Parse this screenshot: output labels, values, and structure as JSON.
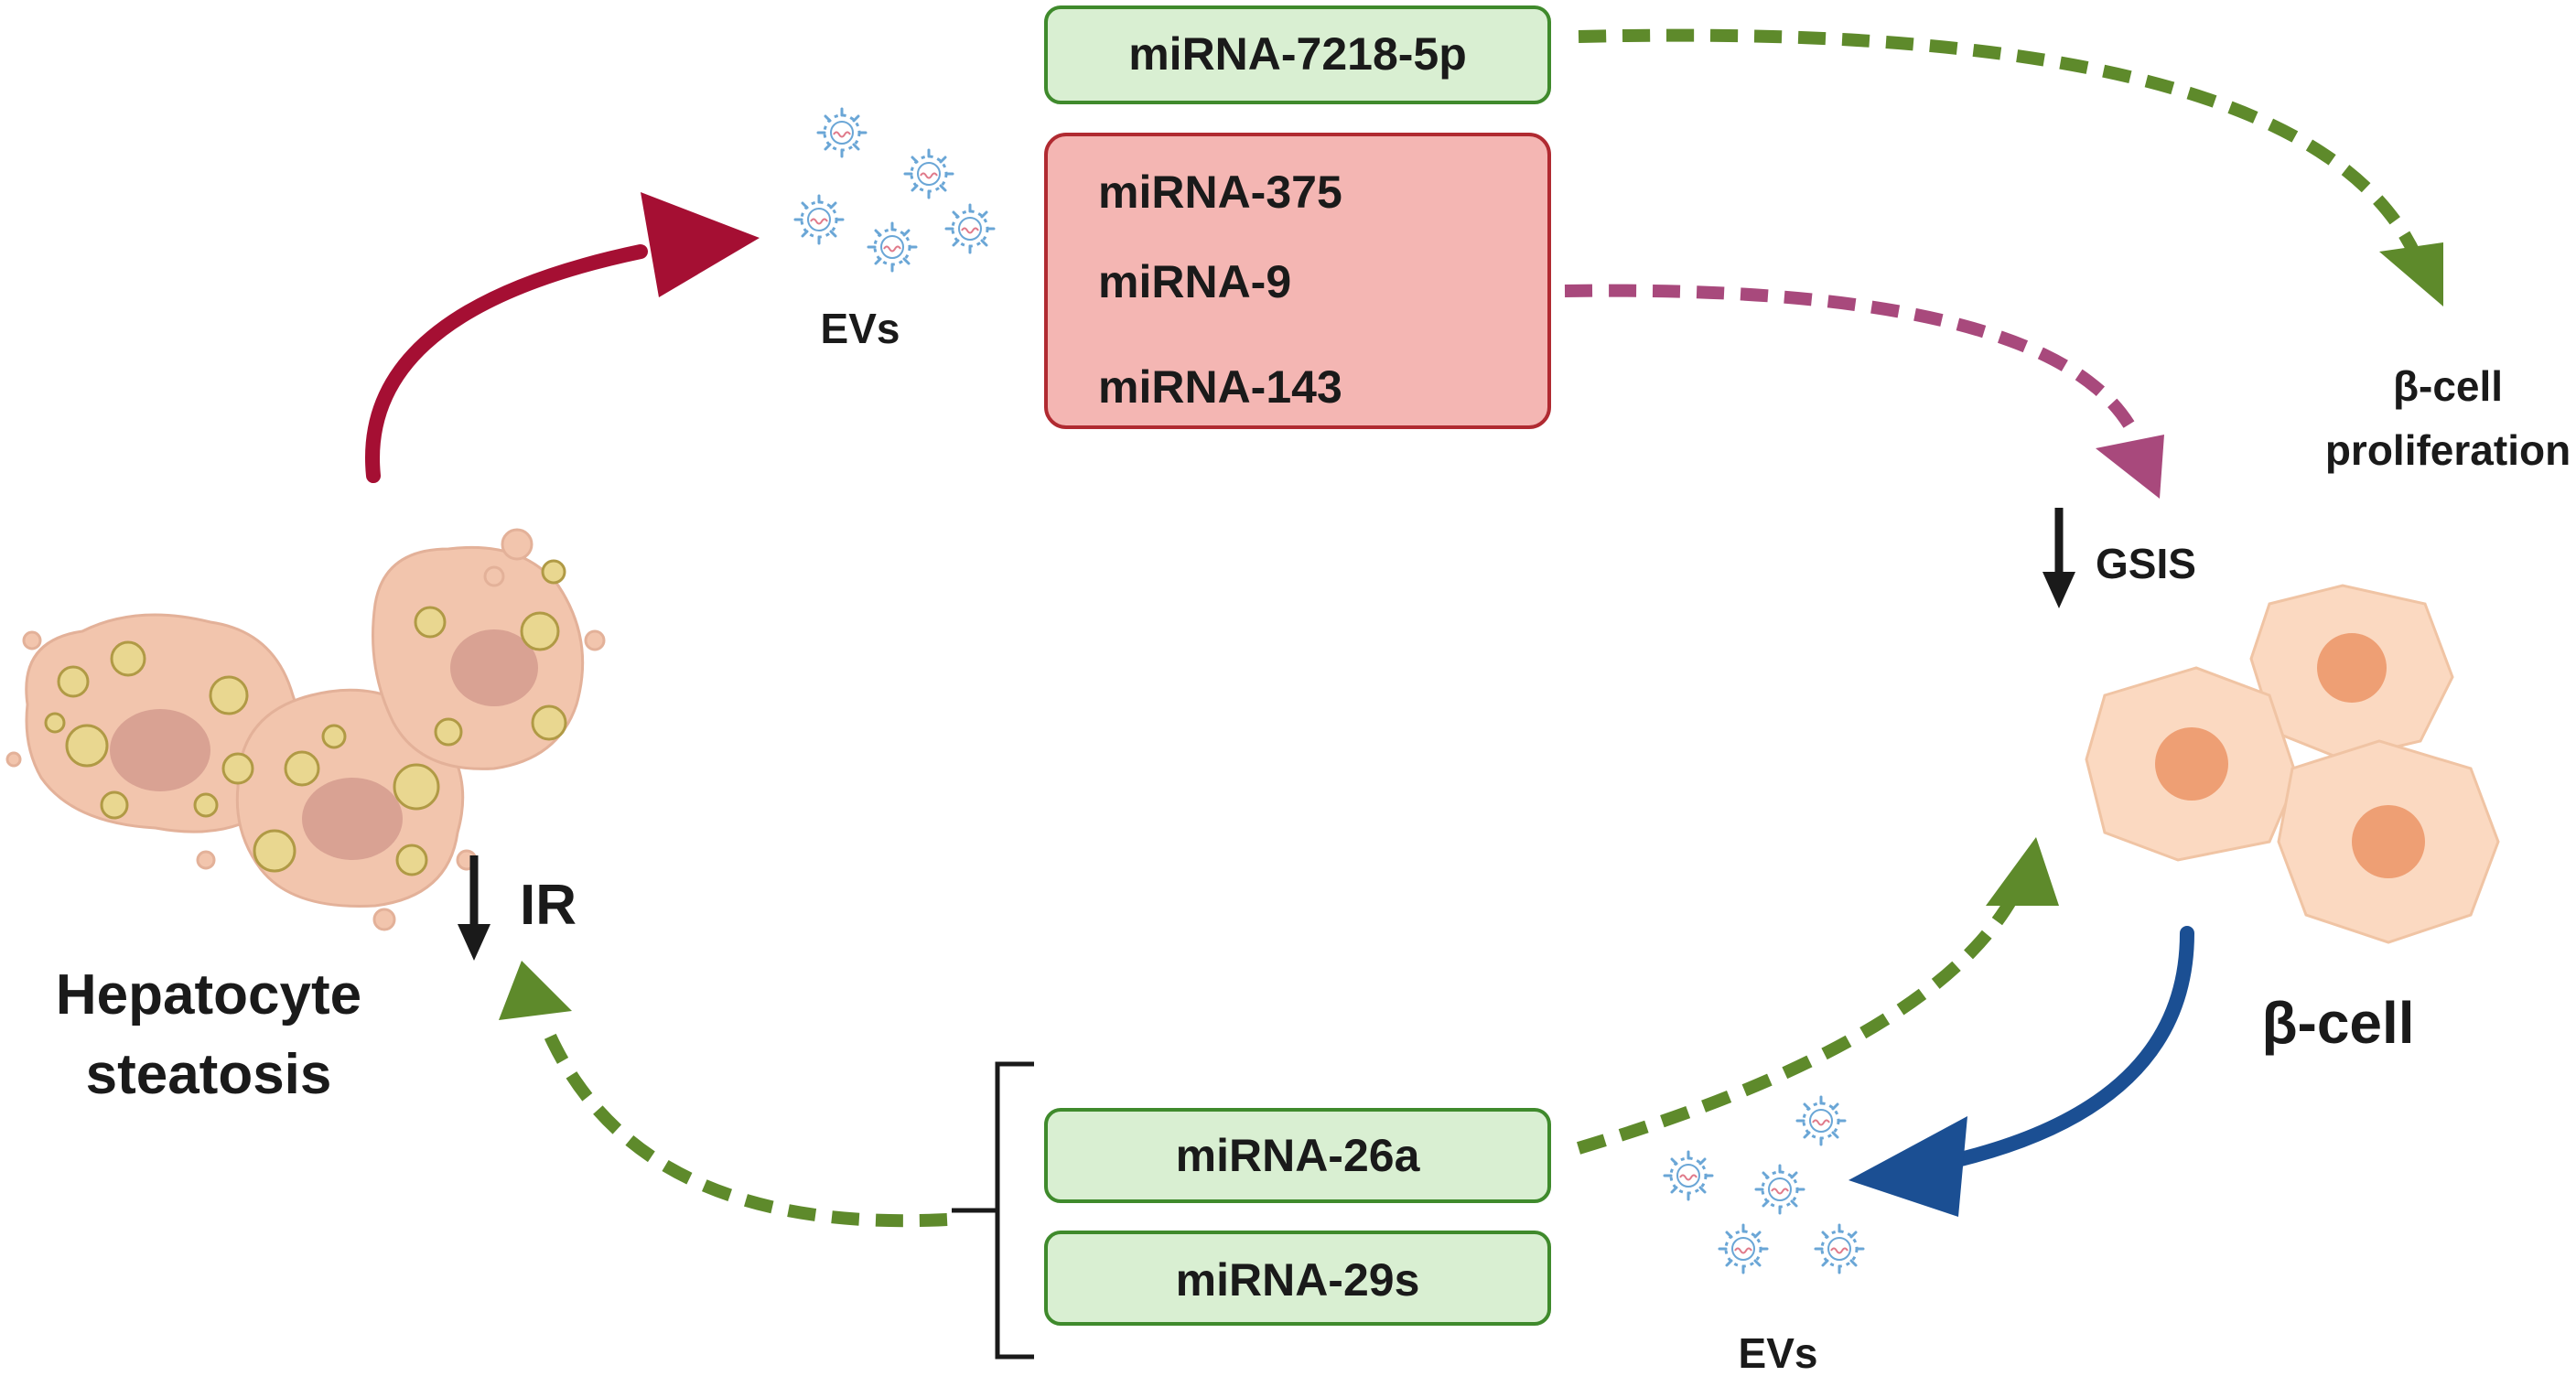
{
  "colors": {
    "green_box_fill": "#d9efd2",
    "green_box_stroke": "#3f8a2c",
    "red_box_fill": "#f4b6b3",
    "red_box_stroke": "#b02a31",
    "green_arrow": "#5e8a2b",
    "magenta_arrow": "#a8497c",
    "crimson_arrow": "#a50f33",
    "blue_arrow": "#1b4f93",
    "hepatocyte_fill": "#f2c5ad",
    "hepatocyte_nucleus": "#d9a293",
    "lipid_droplet": "#e9d790",
    "beta_cell_fill": "#fbd9c1",
    "beta_cell_nucleus": "#ee9f74",
    "ev_color": "#6aa6d6"
  },
  "nodes": {
    "top_green_box": {
      "label": "miRNA-7218-5p"
    },
    "red_box": {
      "labels": [
        "miRNA-375",
        "miRNA-9",
        "miRNA-143"
      ]
    },
    "bottom_boxes": {
      "labels": [
        "miRNA-26a",
        "miRNA-29s"
      ]
    },
    "top_evs": {
      "label": "EVs"
    },
    "bottom_evs": {
      "label": "EVs"
    },
    "beta_prolif": {
      "lines": [
        "β-cell",
        "proliferation"
      ]
    },
    "gsis": {
      "label": "GSIS"
    },
    "ir": {
      "label": "IR"
    },
    "hepatocyte": {
      "lines": [
        "Hepatocyte",
        "steatosis"
      ]
    },
    "beta_cell": {
      "label": "β-cell"
    }
  },
  "icons": {
    "down_arrow": "down-arrow-icon",
    "ev": "extracellular-vesicle-icon"
  }
}
